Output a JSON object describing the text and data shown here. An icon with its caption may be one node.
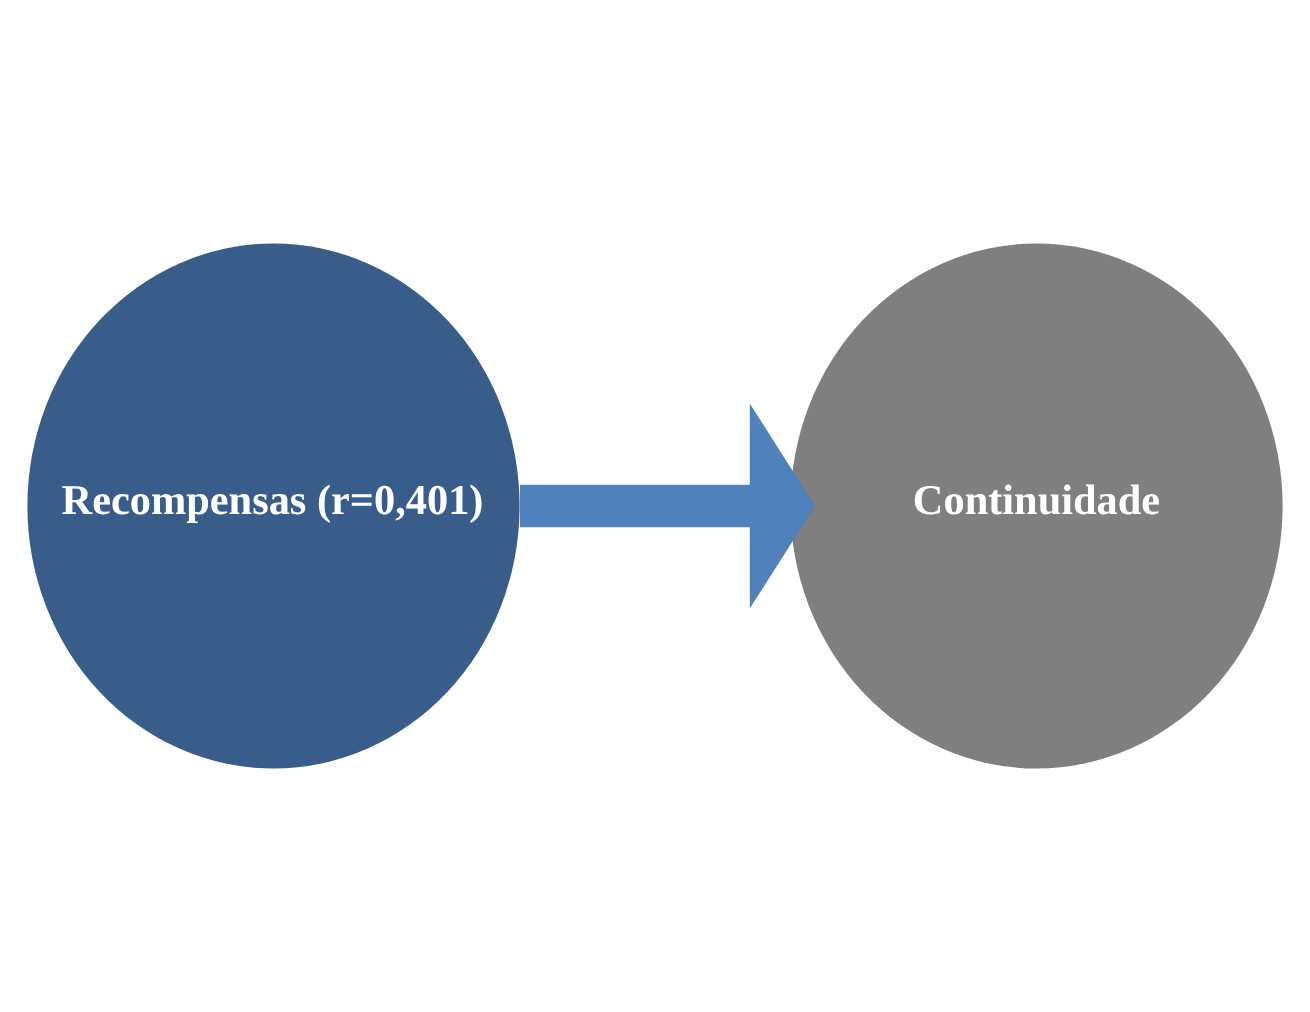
{
  "diagram": {
    "nodes": [
      {
        "text": [
          "Recompensas (r=0,401)"
        ]
      },
      {
        "text": [
          "Continuidade"
        ]
      }
    ],
    "edges": [
      {
        "from": 0,
        "to": 1,
        "arrow": "to",
        "color": "#4f81bd"
      }
    ]
  }
}
